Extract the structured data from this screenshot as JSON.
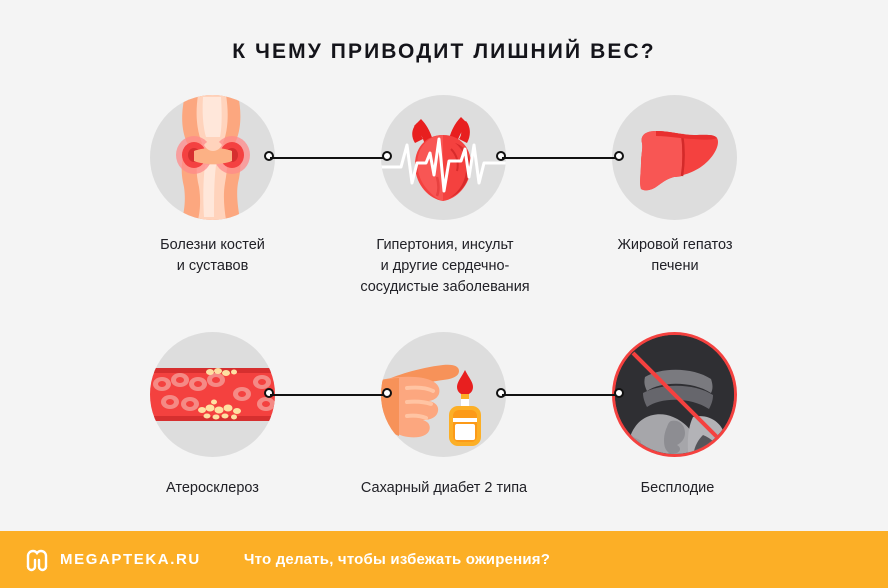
{
  "page": {
    "title": "К ЧЕМУ ПРИВОДИТ ЛИШНИЙ ВЕС?",
    "background_color": "#f4f4f4",
    "circle_color": "#dddddd",
    "accent_color": "#f03c3c",
    "footer_color": "#fcaf26",
    "text_color": "#212127"
  },
  "nodes": [
    {
      "id": "bones-joints",
      "icon": "knee-joint-icon",
      "caption": "Болезни костей\nи суставов",
      "row": 1,
      "column": 1
    },
    {
      "id": "cardiovascular",
      "icon": "heart-ecg-icon",
      "caption": "Гипертония, инсульт\nи другие сердечно-\nсосудистые заболевания",
      "row": 1,
      "column": 2
    },
    {
      "id": "fatty-liver",
      "icon": "liver-icon",
      "caption": "Жировой гепатоз\nпечени",
      "row": 1,
      "column": 3
    },
    {
      "id": "atherosclerosis",
      "icon": "blood-vessel-plaque-icon",
      "caption": "Атеросклероз",
      "row": 2,
      "column": 1
    },
    {
      "id": "diabetes-type-2",
      "icon": "glucose-test-hand-icon",
      "caption": "Сахарный диабет 2 типа",
      "row": 2,
      "column": 2
    },
    {
      "id": "infertility",
      "icon": "ultrasound-prohibited-icon",
      "caption": "Бесплодие",
      "row": 2,
      "column": 3
    }
  ],
  "connectors": [
    {
      "id": "connector-row1-1-2",
      "from": "bones-joints",
      "to": "cardiovascular"
    },
    {
      "id": "connector-row1-2-3",
      "from": "cardiovascular",
      "to": "fatty-liver"
    },
    {
      "id": "connector-row2-1-2",
      "from": "atherosclerosis",
      "to": "diabetes-type-2"
    },
    {
      "id": "connector-row2-2-3",
      "from": "diabetes-type-2",
      "to": "infertility"
    }
  ],
  "footer": {
    "logo_icon": "megapteka-m-logo-icon",
    "brand": "MEGAPTEKA.RU",
    "question": "Что делать, чтобы избежать ожирения?"
  }
}
